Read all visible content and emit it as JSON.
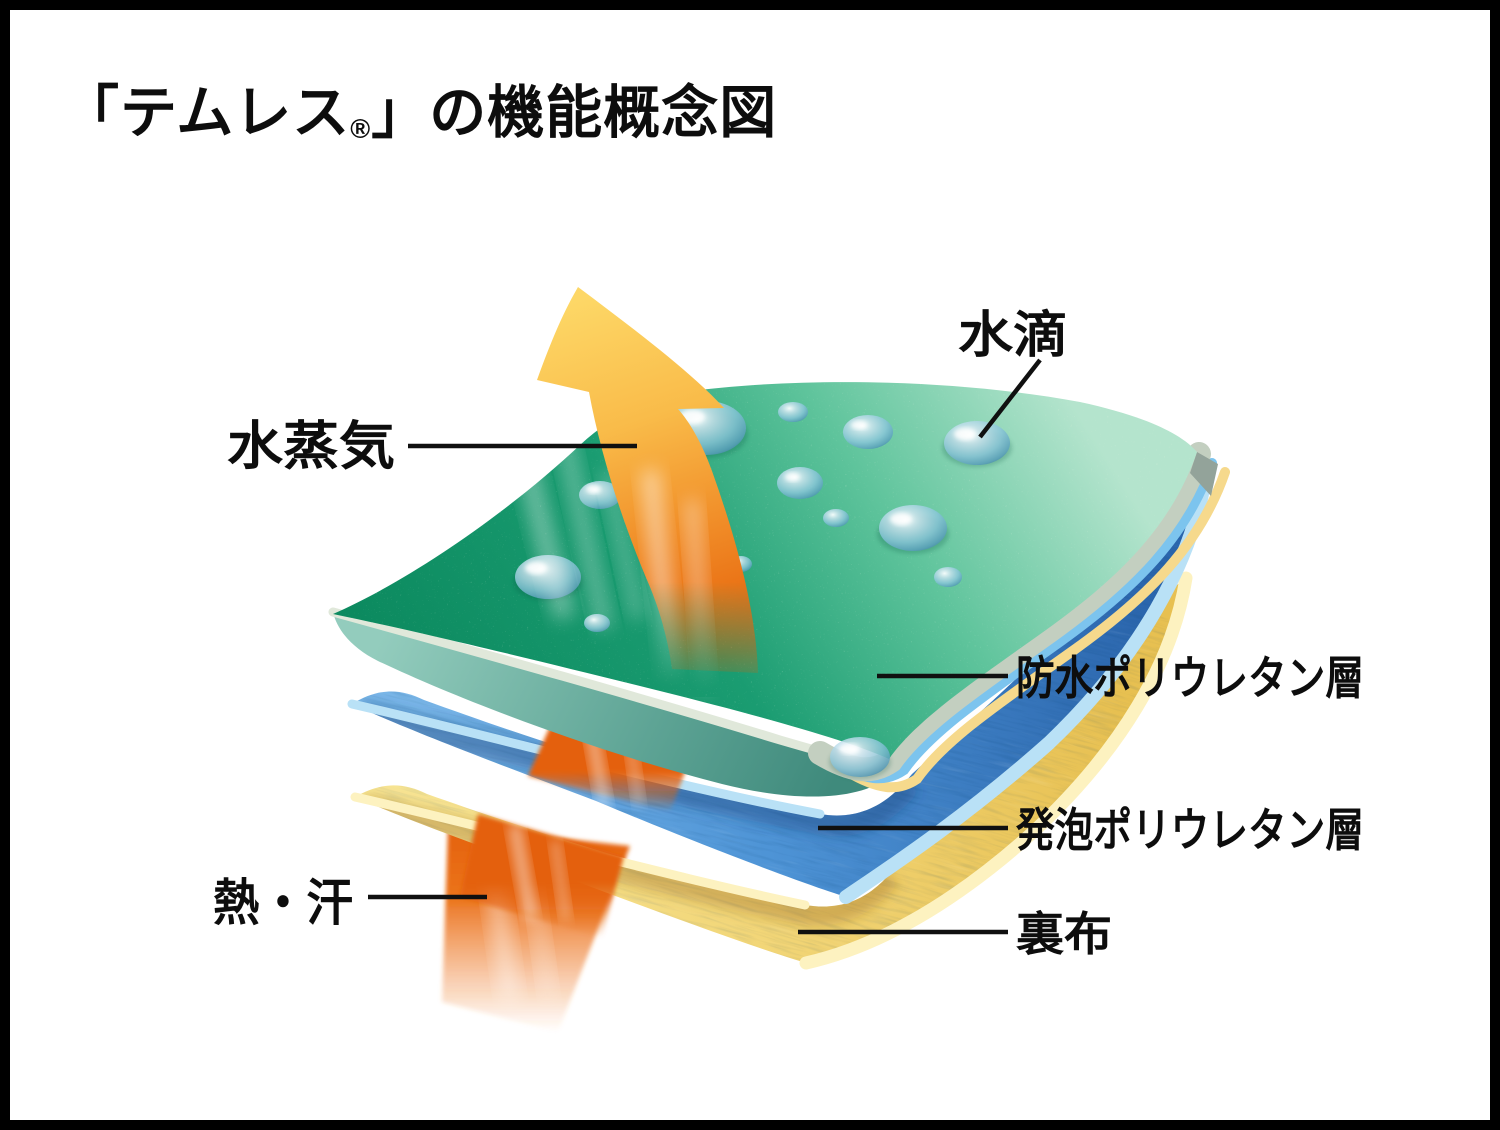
{
  "title": {
    "pre": "「テムレス",
    "reg": "®",
    "post": "」の機能概念図",
    "full": "「テムレス®」の機能概念図"
  },
  "labels": {
    "water_vapor": "水蒸気",
    "water_droplet": "水滴",
    "waterproof_pu_layer": "防水ポリウレタン層",
    "foam_pu_layer": "発泡ポリウレタン層",
    "lining_fabric": "裏布",
    "heat_sweat": "熱・汗"
  },
  "diagram": {
    "type": "layered-cross-section-concept",
    "layers": [
      {
        "name": "防水ポリウレタン層",
        "color": "#14946a",
        "edge_color": "#c3cfc0",
        "underside_color": "#529c8d"
      },
      {
        "name": "発泡ポリウレタン層",
        "color": "#4a90d4",
        "edge_color": "#b9e1f6"
      },
      {
        "name": "裏布",
        "color": "#f2d678",
        "edge_color": "#fdf2c0"
      }
    ],
    "flows": [
      {
        "name": "水蒸気",
        "direction": "up",
        "color": "#f5a23c"
      },
      {
        "name": "熱・汗",
        "direction": "up-through-layers",
        "color": "#e4610d"
      }
    ],
    "droplet_color": "#8cc6dc"
  },
  "colors": {
    "background": "#ffffff",
    "border": "#000000",
    "text": "#0d0d0d",
    "pointer_line": "#101010"
  }
}
